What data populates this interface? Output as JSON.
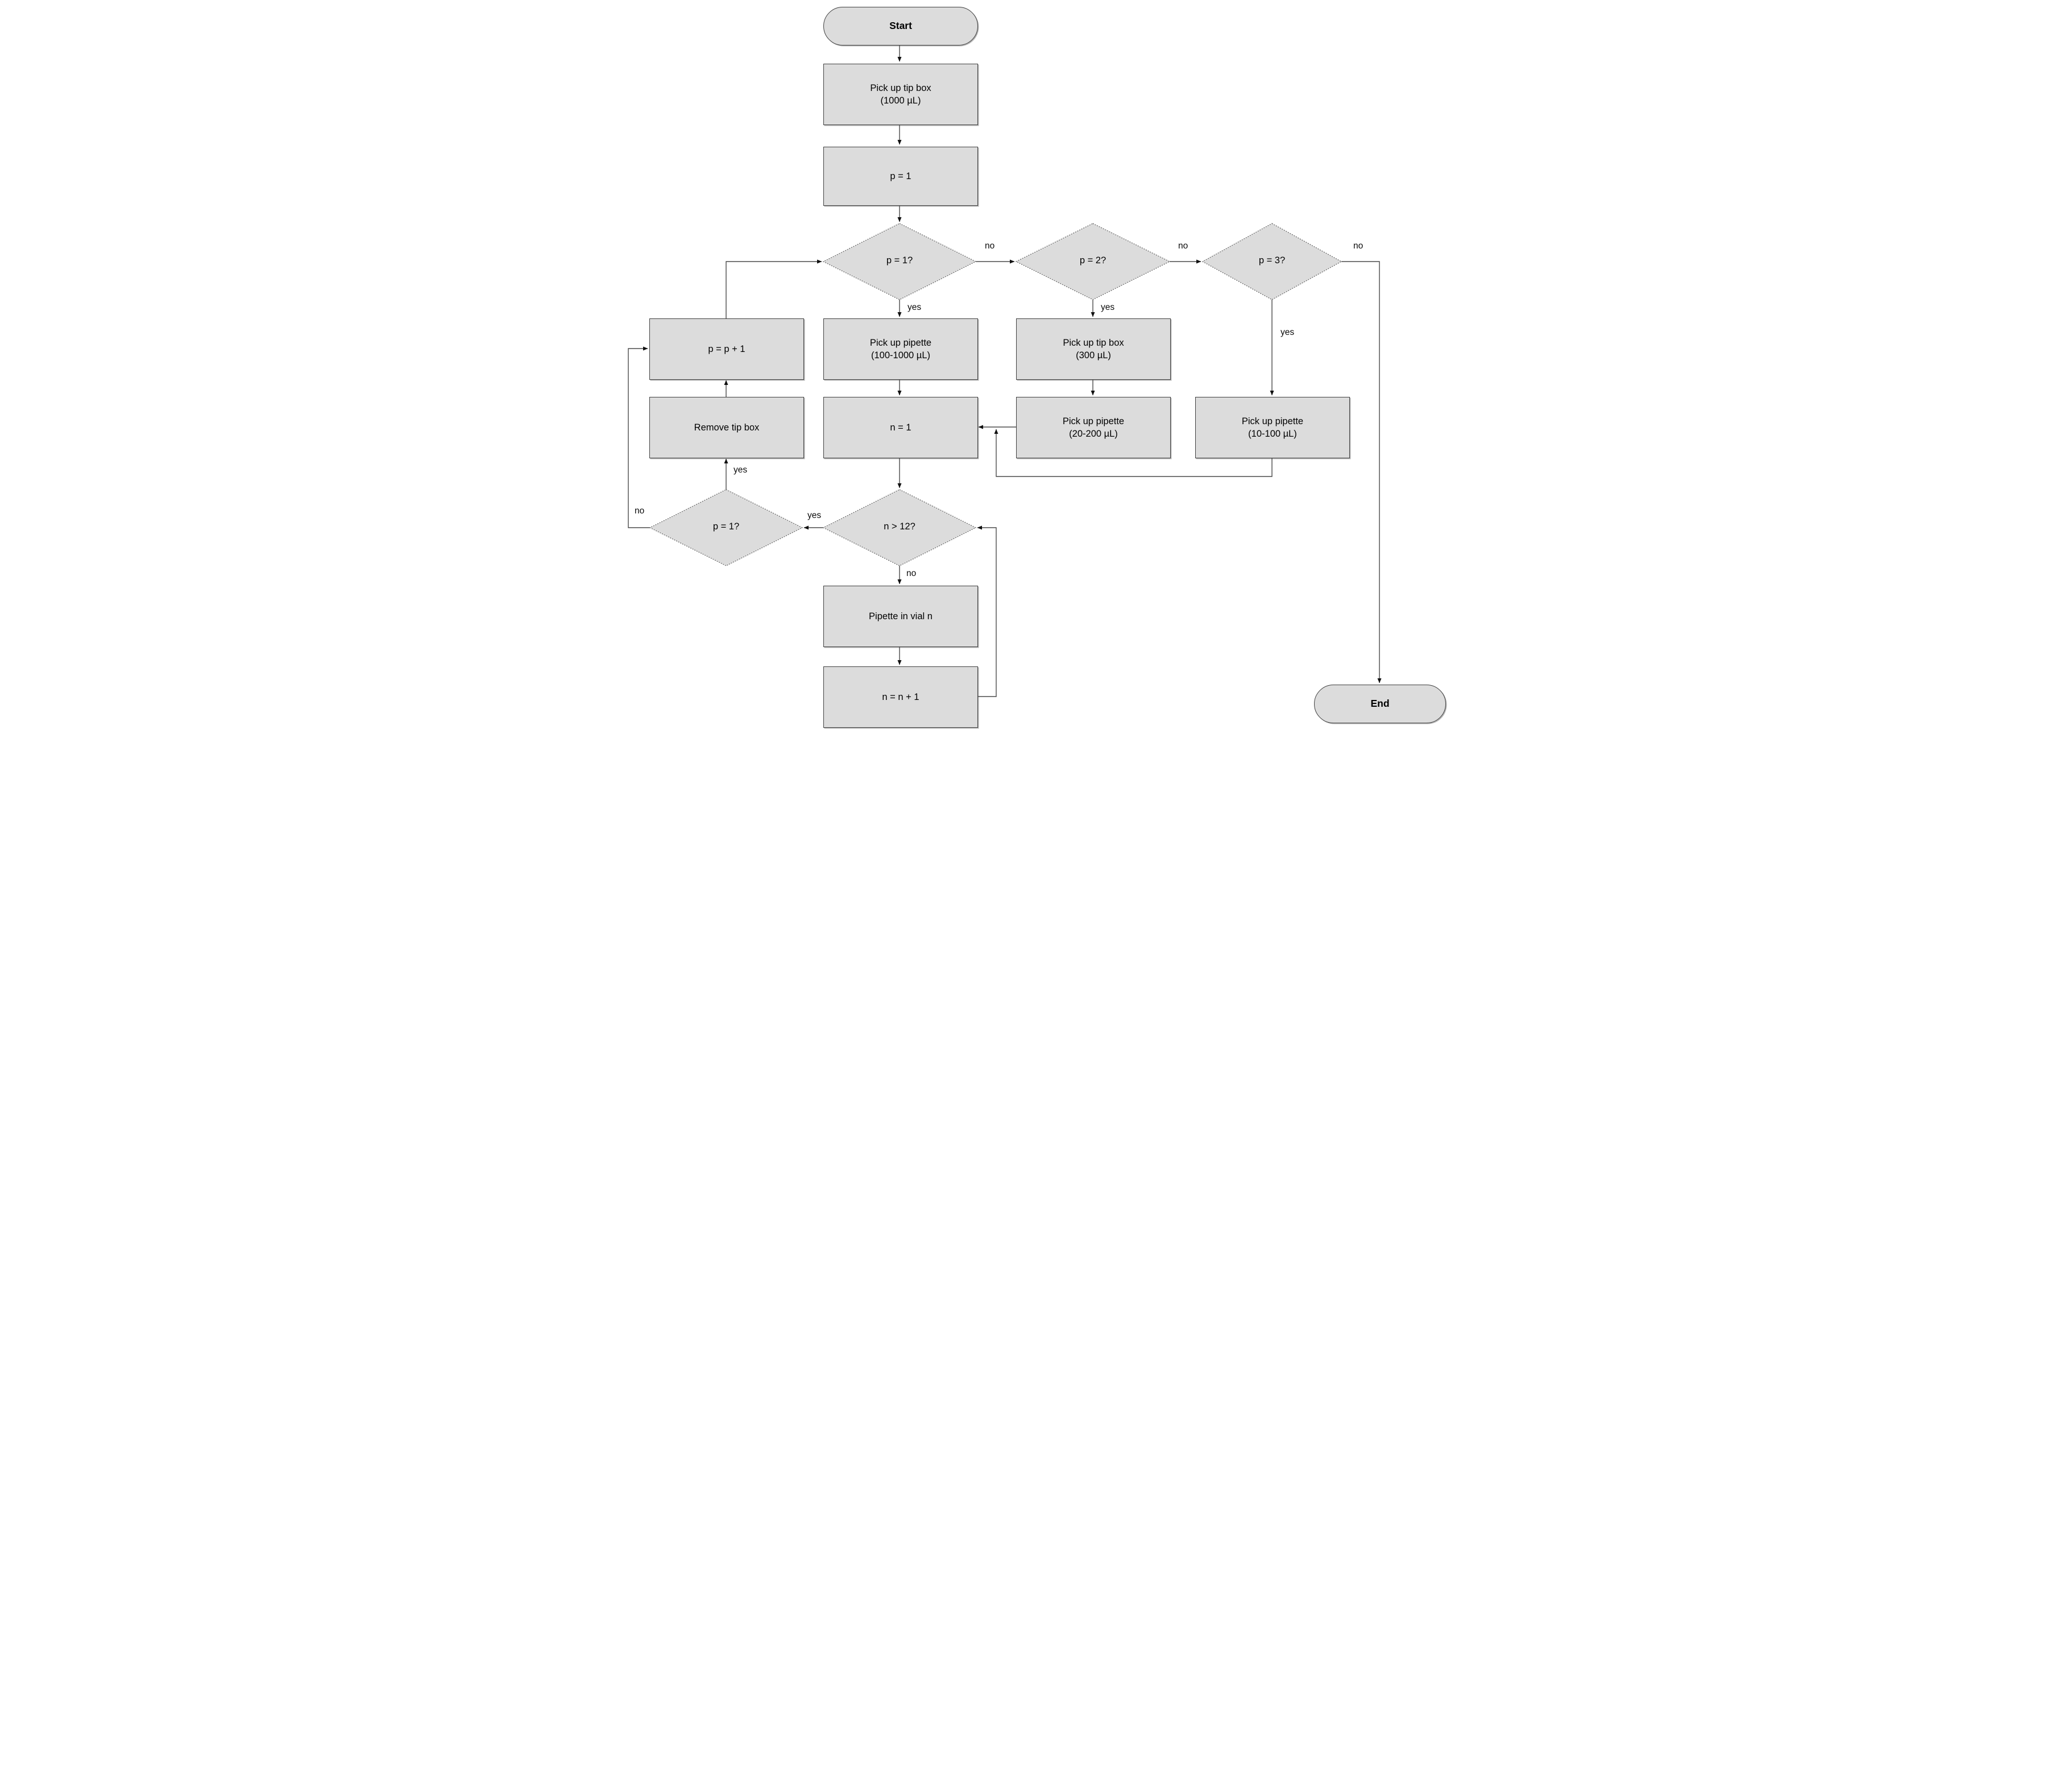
{
  "diagram": {
    "type": "flowchart",
    "background": "#ffffff"
  },
  "colors": {
    "node_fill": "#dcdcdc",
    "node_border": "#3f3f3f",
    "diamond_border": "#6e6e6e",
    "connector": "#4a4a4a",
    "arrowhead": "#111111",
    "text": "#000000"
  },
  "nodes": {
    "start": {
      "label": "Start",
      "shape": "terminator"
    },
    "pick_tip_1000": {
      "label": "Pick up tip box",
      "sublabel": "(1000 µL)",
      "shape": "process"
    },
    "p_eq_1": {
      "label": "p = 1",
      "shape": "process"
    },
    "p1_question": {
      "label": "p = 1?",
      "shape": "decision"
    },
    "p2_question": {
      "label": "p = 2?",
      "shape": "decision"
    },
    "p3_question": {
      "label": "p = 3?",
      "shape": "decision"
    },
    "pick_pip_100_1000": {
      "label": "Pick up pipette",
      "sublabel": "(100-1000 µL)",
      "shape": "process"
    },
    "pick_tip_300": {
      "label": "Pick up tip box",
      "sublabel": "(300 µL)",
      "shape": "process"
    },
    "pick_pip_20_200": {
      "label": "Pick up pipette",
      "sublabel": "(20-200 µL)",
      "shape": "process"
    },
    "pick_pip_10_100": {
      "label": "Pick up pipette",
      "sublabel": "(10-100 µL)",
      "shape": "process"
    },
    "p_plus_1": {
      "label": "p = p + 1",
      "shape": "process"
    },
    "remove_tip_box": {
      "label": "Remove tip box",
      "shape": "process"
    },
    "n_eq_1": {
      "label": "n = 1",
      "shape": "process"
    },
    "n_gt_12": {
      "label": "n > 12?",
      "shape": "decision"
    },
    "p1_question_bottom": {
      "label": "p = 1?",
      "shape": "decision"
    },
    "pipette_in_vial": {
      "label": "Pipette in vial n",
      "shape": "process"
    },
    "n_plus_1": {
      "label": "n = n + 1",
      "shape": "process"
    },
    "end": {
      "label": "End",
      "shape": "terminator"
    }
  },
  "edge_labels": {
    "yes": "yes",
    "no": "no"
  }
}
